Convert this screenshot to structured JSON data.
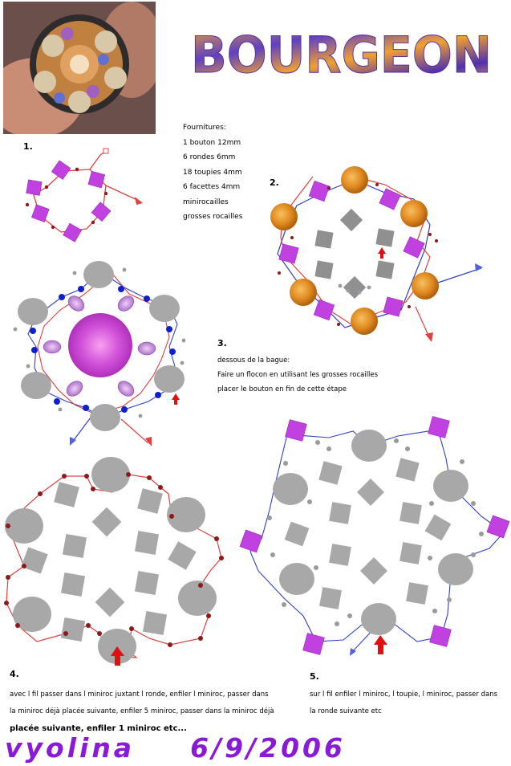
{
  "title": "BOURGEON",
  "supplies": {
    "heading": "Fournitures:",
    "items": [
      "1 bouton 12mm",
      "6 rondes 6mm",
      "18 toupies 4mm",
      "6 facettes 4mm",
      "minirocailles",
      "grosses rocailles"
    ]
  },
  "steps": {
    "s1": "1.",
    "s2": "2.",
    "s3": "3.",
    "s4": "4.",
    "s5": "5."
  },
  "step3_text": {
    "line1": "dessous de la  bague:",
    "line2": "Faire un flocon en utilisant les grosses rocailles",
    "line3": "placer le bouton en fin de cette étape"
  },
  "step4_text": {
    "line1": "avec l fil passer dans l miniroc juxtant l ronde, enfiler l miniroc, passer dans",
    "line2": "la miniroc déjà placée suivante, enfiler 5 miniroc, passer dans la miniroc déjà",
    "line3": "placée suivante, enfiler 1 miniroc etc..."
  },
  "step5_text": {
    "line1": "sur l fil enfiler l miniroc, l toupie, l miniroc, passer dans",
    "line2": "la ronde suivante etc"
  },
  "footer": {
    "author": "vyolina",
    "date": "6/9/2006"
  },
  "colors": {
    "toupie": "#c040e0",
    "facette_grey": "#909090",
    "ronde_grey": "#a8a8a8",
    "bead_red": "#8b1a1a",
    "thread_red": "#e04040",
    "thread_blue": "#3040c0",
    "pearl_orange": "#e89a30",
    "blue_bead": "#1020d0",
    "footer_purple": "#8a1ad8"
  }
}
